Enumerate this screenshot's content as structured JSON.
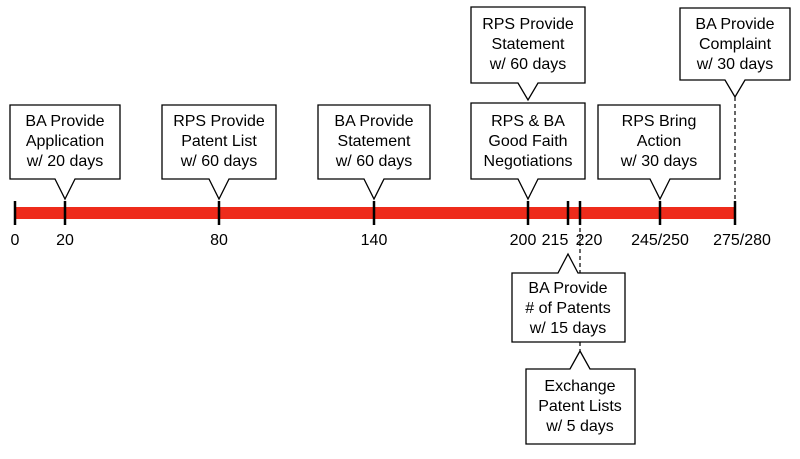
{
  "colors": {
    "timeline_bar": "#ee2b1b",
    "ink": "#000000",
    "box_fill": "#ffffff"
  },
  "ticks": [
    {
      "label": "0"
    },
    {
      "label": "20"
    },
    {
      "label": "80"
    },
    {
      "label": "140"
    },
    {
      "label": "200"
    },
    {
      "label": "215"
    },
    {
      "label": "220"
    },
    {
      "label": "245/250"
    },
    {
      "label": "275/280"
    }
  ],
  "callouts": [
    {
      "lines": [
        "BA Provide",
        "Application",
        "w/ 20 days"
      ]
    },
    {
      "lines": [
        "RPS Provide",
        "Patent List",
        "w/ 60 days"
      ]
    },
    {
      "lines": [
        "BA Provide",
        "Statement",
        "w/ 60 days"
      ]
    },
    {
      "lines": [
        "RPS & BA",
        "Good Faith",
        "Negotiations"
      ]
    },
    {
      "lines": [
        "RPS Provide",
        "Statement",
        "w/ 60 days"
      ]
    },
    {
      "lines": [
        "RPS Bring",
        "Action",
        "w/ 30 days"
      ]
    },
    {
      "lines": [
        "BA Provide",
        "Complaint",
        "w/ 30 days"
      ]
    },
    {
      "lines": [
        "BA Provide",
        "# of Patents",
        "w/ 15 days"
      ]
    },
    {
      "lines": [
        "Exchange",
        "Patent Lists",
        "w/ 5 days"
      ]
    }
  ]
}
